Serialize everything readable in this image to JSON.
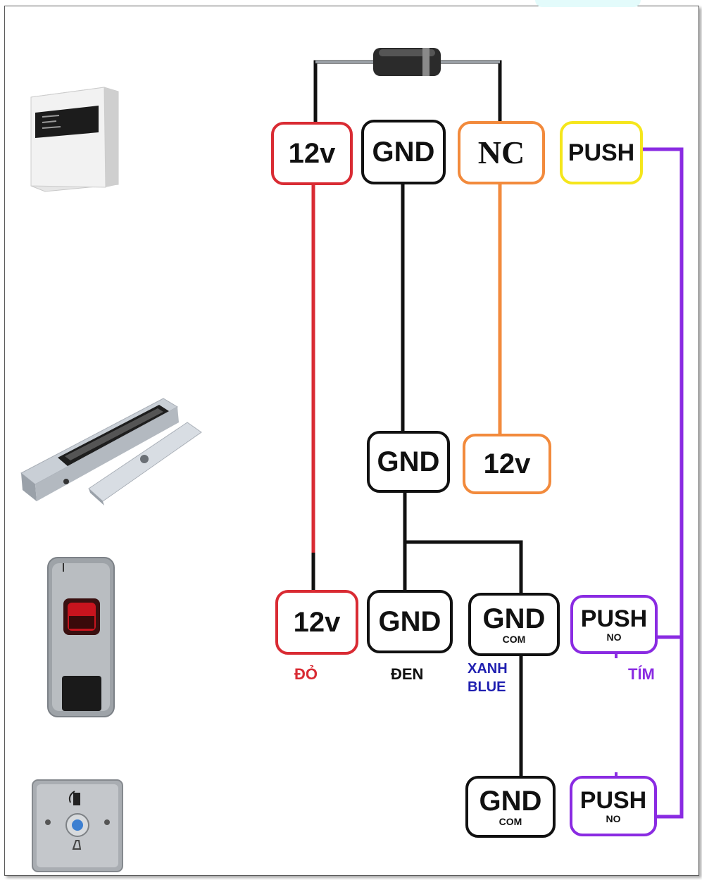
{
  "power_supply": {
    "terminals": {
      "v12": "12v",
      "gnd": "GND",
      "nc": "NC",
      "push": "PUSH"
    }
  },
  "maglock": {
    "terminals": {
      "gnd": "GND",
      "v12": "12v"
    }
  },
  "reader": {
    "terminals": {
      "v12": "12v",
      "gnd": "GND",
      "gnd_com_main": "GND",
      "gnd_com_sub": "COM",
      "push_main": "PUSH",
      "push_sub": "NO"
    },
    "wire_labels": {
      "red": "ĐỎ",
      "black": "ĐEN",
      "blue_1": "XANH",
      "blue_2": "BLUE",
      "purple": "TÍM"
    }
  },
  "exit_button": {
    "terminals": {
      "gnd_com_main": "GND",
      "gnd_com_sub": "COM",
      "push_main": "PUSH",
      "push_sub": "NO"
    }
  },
  "colors": {
    "red": "#d92b33",
    "black": "#111111",
    "orange": "#f28a3c",
    "yellow": "#f5e61c",
    "purple": "#8a2be2",
    "blue_label": "#1f1fb0"
  },
  "icons": [
    "power-supply-box-icon",
    "magnetic-lock-icon",
    "fingerprint-reader-icon",
    "exit-button-icon",
    "diode-icon"
  ]
}
